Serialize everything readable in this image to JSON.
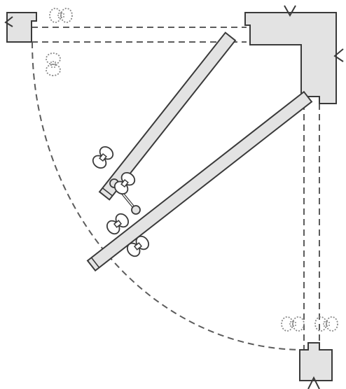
{
  "diagram": {
    "subject": "folding-door-plan-view",
    "colors": {
      "background": "#ffffff",
      "fill": "#e3e3e3",
      "stroke": "#3a3a3a",
      "dashed": "#5c5c5c",
      "ghost": "#8a8a8a"
    },
    "leaves": [
      {
        "id": "upper-door-leaf"
      },
      {
        "id": "lower-door-leaf"
      }
    ],
    "jambs": [
      {
        "id": "corner-post"
      },
      {
        "id": "left-jamb"
      },
      {
        "id": "bottom-jamb"
      }
    ],
    "icons": {
      "hinge": "hinge-icon",
      "roller": "roller-wheel-icon",
      "ghost_roller": "ghost-roller-icon",
      "notch": "notch-icon"
    }
  }
}
